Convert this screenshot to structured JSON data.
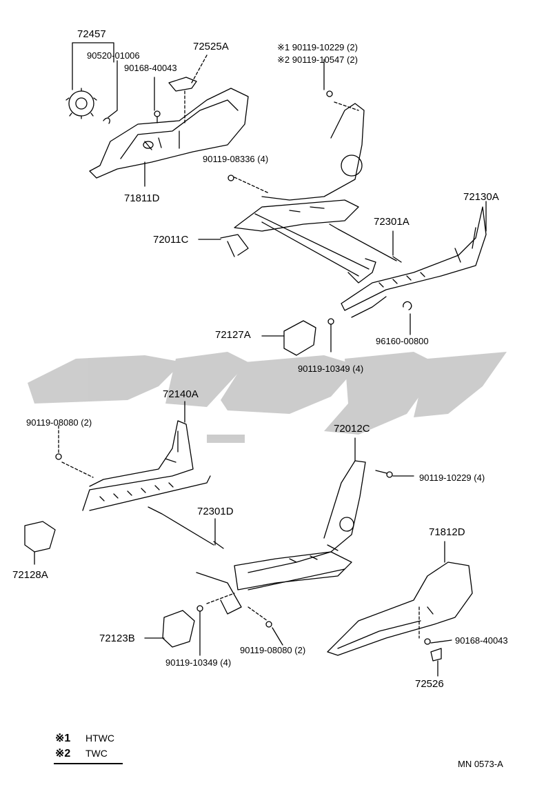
{
  "labels": {
    "p72457": "72457",
    "p90520_01006": "90520-01006",
    "p90168_40043_top": "90168-40043",
    "p72525A": "72525A",
    "p71811D": "71811D",
    "p90119_08336": "90119-08336 (4)",
    "p72011C": "72011C",
    "p72130A": "72130A",
    "p72301A": "72301A",
    "p72127A": "72127A",
    "p90119_10349_a": "90119-10349 (4)",
    "p96160_00800": "96160-00800",
    "p72140A": "72140A",
    "p90119_08080_a": "90119-08080 (2)",
    "p72012C": "72012C",
    "p90119_10229_b": "90119-10229 (4)",
    "p72301D": "72301D",
    "p72128A": "72128A",
    "p71812D": "71812D",
    "p72123B": "72123B",
    "p90119_08080_b": "90119-08080 (2)",
    "p90119_10349_b": "90119-10349 (4)",
    "p90168_40043_bottom": "90168-40043",
    "p72526": "72526"
  },
  "notes": {
    "n1": "※1 90119-10229 (2)",
    "n2": "※2 90119-10547 (2)"
  },
  "legend": [
    {
      "mark": "※1",
      "text": "HTWC"
    },
    {
      "mark": "※2",
      "text": "TWC"
    }
  ],
  "diagram_code": "MN  0573-A",
  "colors": {
    "line": "#000000",
    "watermark": "#c8c8c8",
    "background": "#ffffff"
  }
}
